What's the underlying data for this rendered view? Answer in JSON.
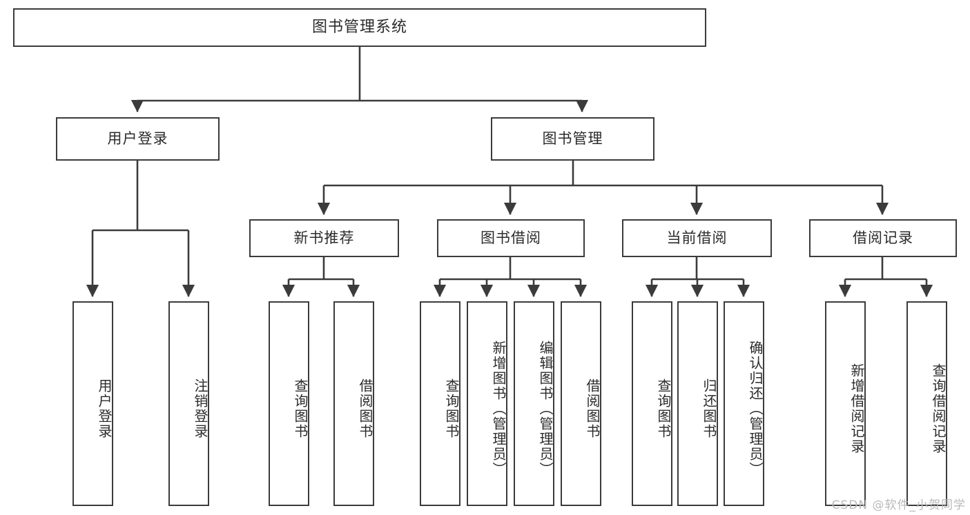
{
  "diagram": {
    "title": "图书管理系统",
    "type": "tree-hierarchy-chart",
    "stroke_color": "#3b3b3b",
    "fill_color": "#ffffff",
    "text_color": "#2b2b2b"
  },
  "watermark": {
    "text": "CSDN @软件_小贺同学",
    "color": "#b9b9b9"
  },
  "nodes": {
    "root": {
      "label": "图书管理系统",
      "level": 1
    },
    "user_login": {
      "label": "用户登录",
      "level": 2
    },
    "book_manage": {
      "label": "图书管理",
      "level": 2
    },
    "new_book_rec": {
      "label": "新书推荐",
      "level": 3
    },
    "book_borrow": {
      "label": "图书借阅",
      "level": 3
    },
    "current_borrow": {
      "label": "当前借阅",
      "level": 3
    },
    "borrow_record": {
      "label": "借阅记录",
      "level": 3
    },
    "leaf_user_login": {
      "label": "用户登录",
      "level": 4
    },
    "leaf_logout": {
      "label": "注销登录",
      "level": 4
    },
    "leaf_query_book_1": {
      "label": "查询图书",
      "level": 4
    },
    "leaf_borrow_book_1": {
      "label": "借阅图书",
      "level": 4
    },
    "leaf_query_book_2": {
      "label": "查询图书",
      "level": 4
    },
    "leaf_add_book": {
      "label": "新增图书（管理员）",
      "level": 4
    },
    "leaf_edit_book": {
      "label": "编辑图书（管理员）",
      "level": 4
    },
    "leaf_borrow_book_2": {
      "label": "借阅图书",
      "level": 4
    },
    "leaf_query_book_3": {
      "label": "查询图书",
      "level": 4
    },
    "leaf_return_book": {
      "label": "归还图书",
      "level": 4
    },
    "leaf_confirm_return": {
      "label": "确认归还（管理员）",
      "level": 4
    },
    "leaf_add_record": {
      "label": "新增借阅记录",
      "level": 4
    },
    "leaf_query_record": {
      "label": "查询借阅记录",
      "level": 4
    }
  },
  "chart_data": {
    "type": "tree",
    "title": "图书管理系统",
    "root": {
      "label": "图书管理系统",
      "children": [
        {
          "label": "用户登录",
          "children": [
            {
              "label": "用户登录"
            },
            {
              "label": "注销登录"
            }
          ]
        },
        {
          "label": "图书管理",
          "children": [
            {
              "label": "新书推荐",
              "children": [
                {
                  "label": "查询图书"
                },
                {
                  "label": "借阅图书"
                }
              ]
            },
            {
              "label": "图书借阅",
              "children": [
                {
                  "label": "查询图书"
                },
                {
                  "label": "新增图书（管理员）"
                },
                {
                  "label": "编辑图书（管理员）"
                },
                {
                  "label": "借阅图书"
                }
              ]
            },
            {
              "label": "当前借阅",
              "children": [
                {
                  "label": "查询图书"
                },
                {
                  "label": "归还图书"
                },
                {
                  "label": "确认归还（管理员）"
                }
              ]
            },
            {
              "label": "借阅记录",
              "children": [
                {
                  "label": "新增借阅记录"
                },
                {
                  "label": "查询借阅记录"
                }
              ]
            }
          ]
        }
      ]
    }
  }
}
